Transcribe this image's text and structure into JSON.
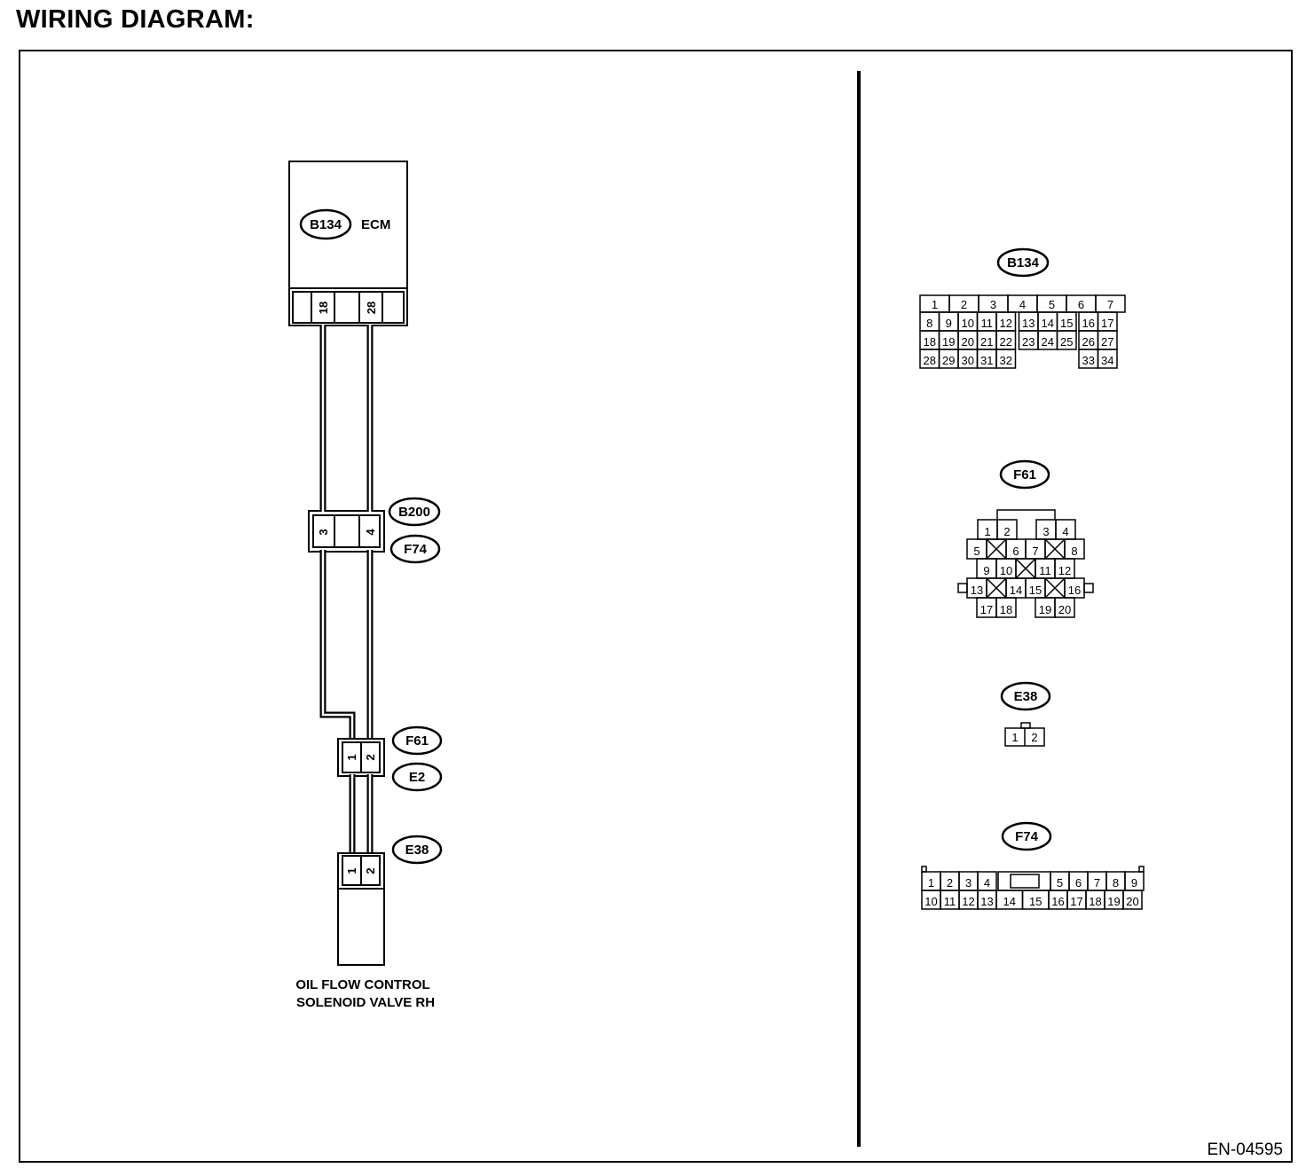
{
  "page_title": "WIRING DIAGRAM:",
  "figure_id": "EN-04595",
  "ecm": {
    "connector": "B134",
    "label": "ECM",
    "pins": [
      "18",
      "28"
    ]
  },
  "joint_b200_f74": {
    "top_label": "B200",
    "bottom_label": "F74",
    "pins": [
      "3",
      "4"
    ]
  },
  "joint_f61_e2": {
    "top_label": "F61",
    "bottom_label": "E2",
    "pins": [
      "1",
      "2"
    ]
  },
  "solenoid": {
    "connector": "E38",
    "pins": [
      "1",
      "2"
    ],
    "label_line1": "OIL FLOW CONTROL",
    "label_line2": "SOLENOID VALVE RH"
  },
  "connector_views": {
    "b134": {
      "label": "B134",
      "row1": [
        "1",
        "2",
        "3",
        "4",
        "5",
        "6",
        "7"
      ],
      "row2": [
        "8",
        "9",
        "10",
        "11",
        "12",
        "13",
        "14",
        "15",
        "16",
        "17"
      ],
      "row3": [
        "18",
        "19",
        "20",
        "21",
        "22",
        "23",
        "24",
        "25",
        "26",
        "27"
      ],
      "row4": [
        "28",
        "29",
        "30",
        "31",
        "32",
        "33",
        "34"
      ]
    },
    "f61": {
      "label": "F61",
      "pins": [
        "1",
        "2",
        "3",
        "4",
        "5",
        "6",
        "7",
        "8",
        "9",
        "10",
        "11",
        "12",
        "13",
        "14",
        "15",
        "16",
        "17",
        "18",
        "19",
        "20"
      ]
    },
    "e38": {
      "label": "E38",
      "pins": [
        "1",
        "2"
      ]
    },
    "f74": {
      "label": "F74",
      "row1": [
        "1",
        "2",
        "3",
        "4",
        "5",
        "6",
        "7",
        "8",
        "9"
      ],
      "row2": [
        "10",
        "11",
        "12",
        "13",
        "14",
        "15",
        "16",
        "17",
        "18",
        "19",
        "20"
      ]
    }
  }
}
